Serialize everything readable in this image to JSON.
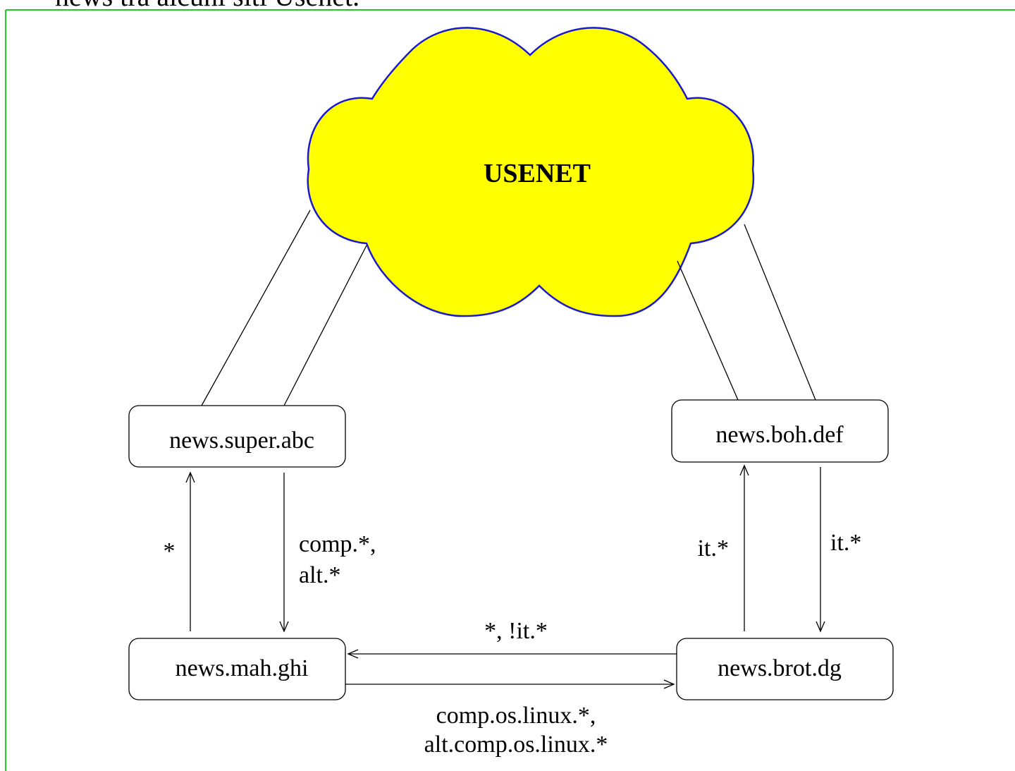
{
  "colors": {
    "frame": "#22cc22",
    "cloud_fill": "#ffff00",
    "cloud_stroke": "#1a1acc"
  },
  "caption": "news tra alcuni siti Usenet.",
  "cloud": {
    "label": "USENET"
  },
  "nodes": {
    "super": "news.super.abc",
    "boh": "news.boh.def",
    "mah": "news.mah.ghi",
    "brot": "news.brot.dg"
  },
  "edges": {
    "mah_to_super": "*",
    "super_to_mah": [
      "comp.*,",
      "alt.*"
    ],
    "brot_to_boh": "it.*",
    "boh_to_brot": "it.*",
    "brot_to_mah": "*, !it.*",
    "mah_to_brot": [
      "comp.os.linux.*,",
      "alt.comp.os.linux.*"
    ]
  }
}
